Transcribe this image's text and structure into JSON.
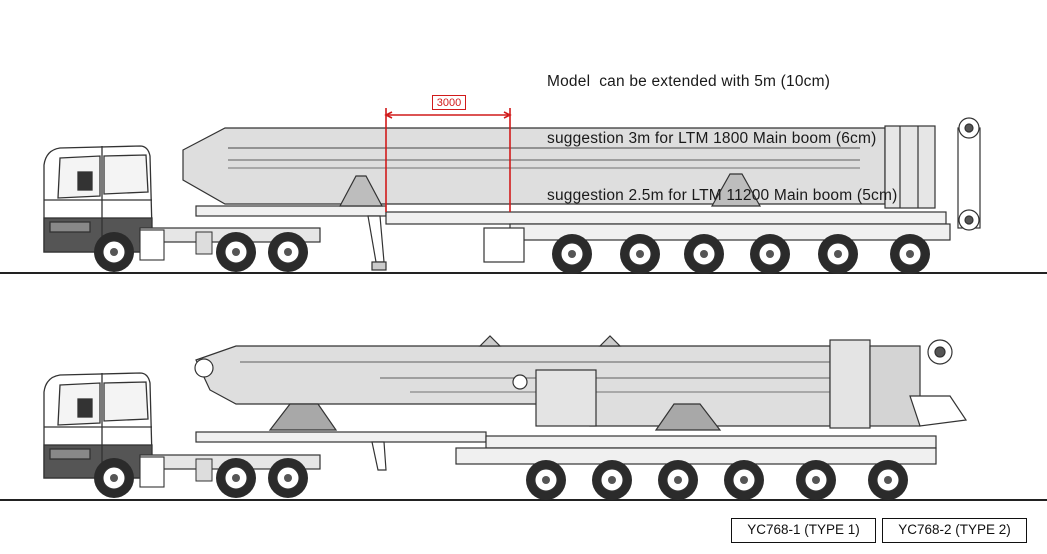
{
  "notes": {
    "line1": "Model  can be extended with 5m (10cm)",
    "line2": "suggestion 3m for LTM 1800 Main boom (6cm)",
    "line3": "suggestion 2.5m for LTM 11200 Main boom (5cm)"
  },
  "dimension": {
    "label": "3000",
    "color": "#d11a1a"
  },
  "models": {
    "type1": "YC768-1 (TYPE 1)",
    "type2": "YC768-2 (TYPE 2)"
  },
  "colors": {
    "boom_fill": "#dedede",
    "outline": "#333333",
    "tire": "#2b2b2b",
    "ground": "#222222"
  }
}
